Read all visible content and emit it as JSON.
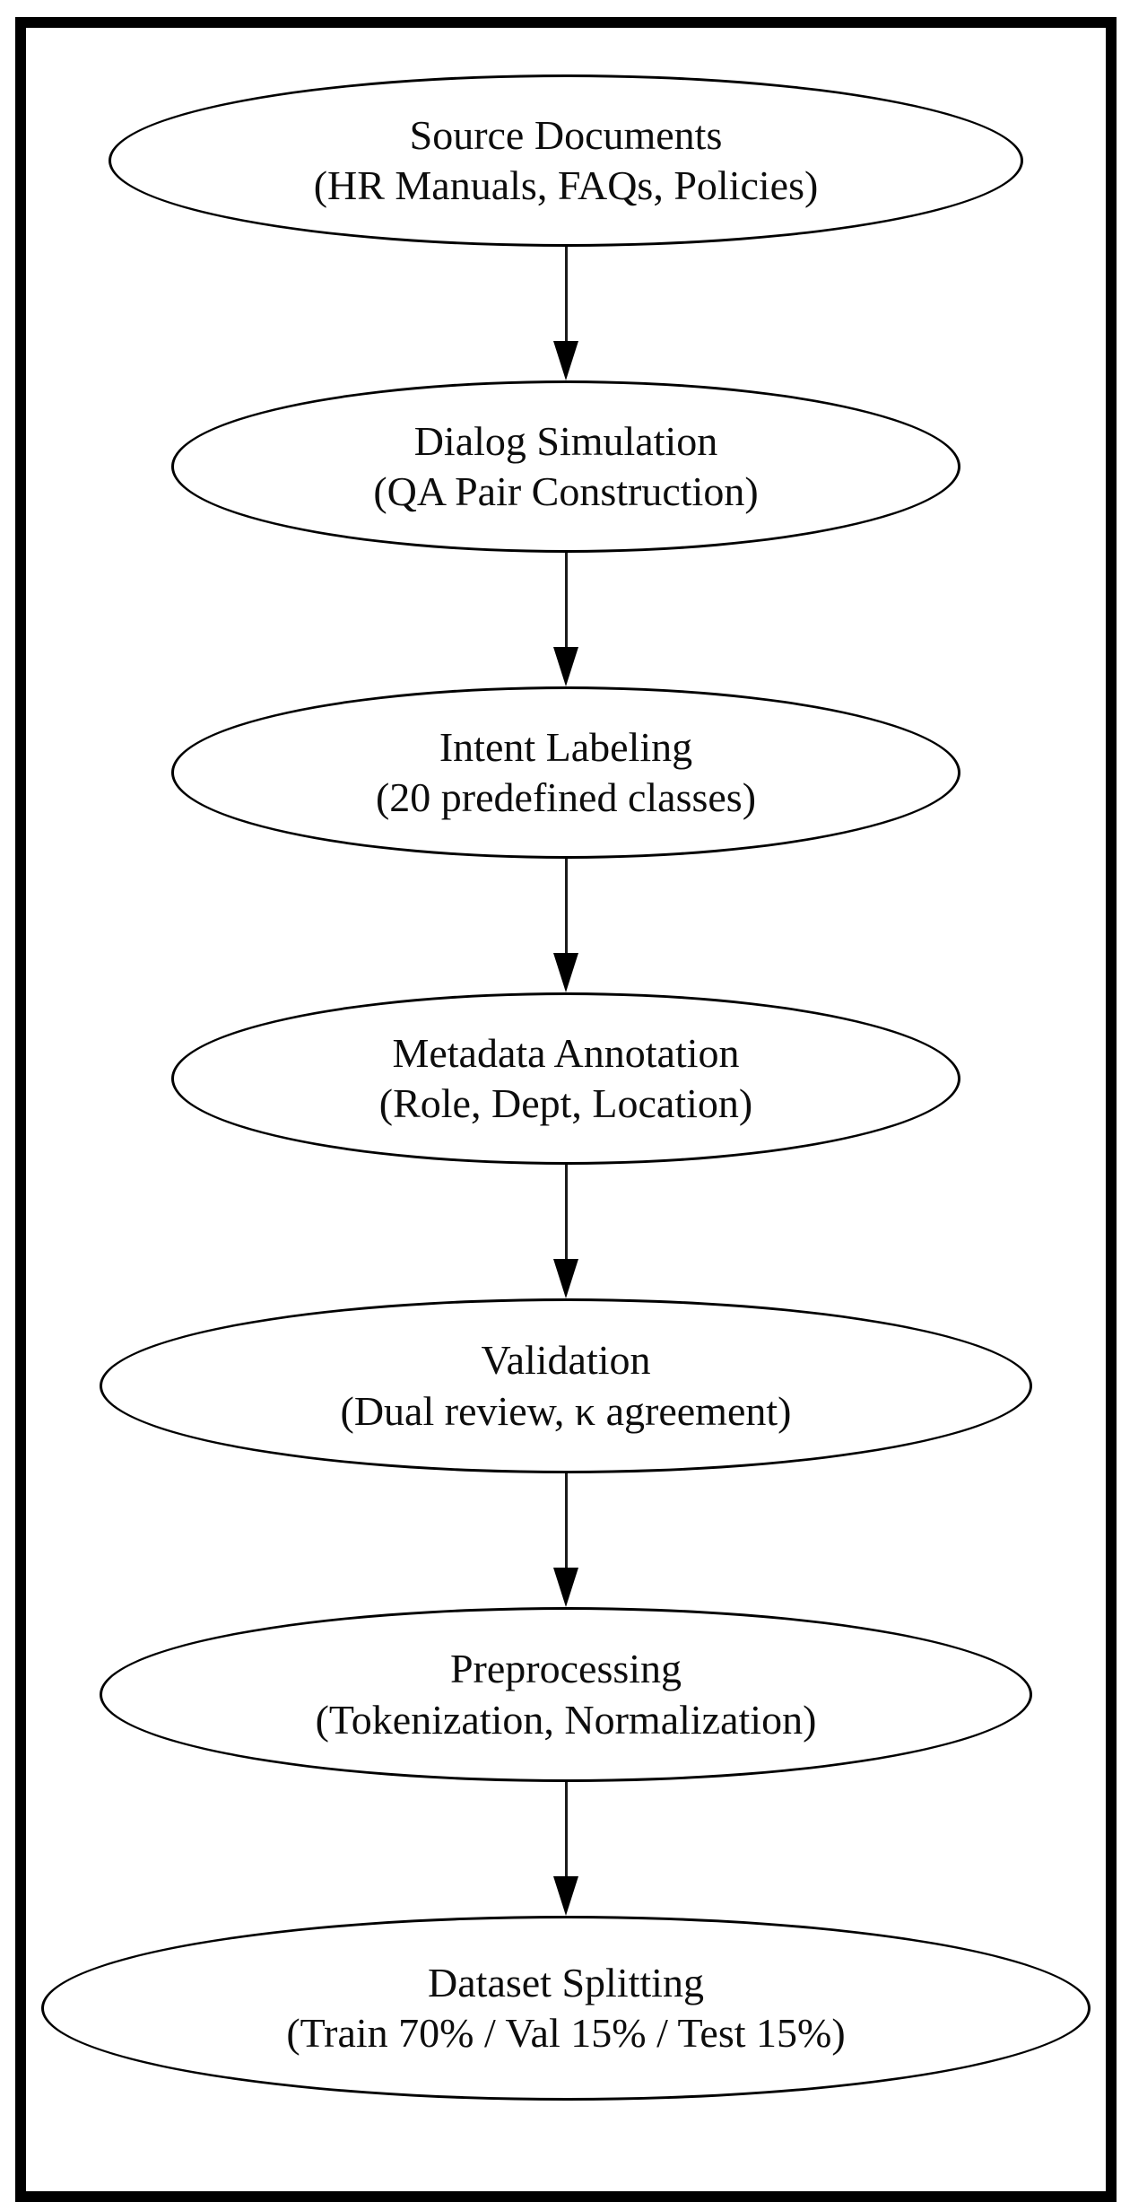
{
  "diagram": {
    "type": "flowchart",
    "direction": "top-to-bottom",
    "nodes": [
      {
        "id": "source-documents",
        "shape": "ellipse",
        "title": "Source Documents",
        "subtitle": "(HR Manuals, FAQs, Policies)"
      },
      {
        "id": "dialog-simulation",
        "shape": "ellipse",
        "title": "Dialog Simulation",
        "subtitle": "(QA Pair Construction)"
      },
      {
        "id": "intent-labeling",
        "shape": "ellipse",
        "title": "Intent Labeling",
        "subtitle": "(20 predefined classes)"
      },
      {
        "id": "metadata-annotation",
        "shape": "ellipse",
        "title": "Metadata Annotation",
        "subtitle": "(Role, Dept, Location)"
      },
      {
        "id": "validation",
        "shape": "ellipse",
        "title": "Validation",
        "subtitle": "(Dual review, κ agreement)"
      },
      {
        "id": "preprocessing",
        "shape": "ellipse",
        "title": "Preprocessing",
        "subtitle": "(Tokenization, Normalization)"
      },
      {
        "id": "dataset-splitting",
        "shape": "ellipse",
        "title": "Dataset Splitting",
        "subtitle": "(Train 70% / Val 15% / Test 15%)"
      }
    ],
    "edges": [
      {
        "from": "source-documents",
        "to": "dialog-simulation",
        "style": "arrow-down"
      },
      {
        "from": "dialog-simulation",
        "to": "intent-labeling",
        "style": "arrow-down"
      },
      {
        "from": "intent-labeling",
        "to": "metadata-annotation",
        "style": "arrow-down"
      },
      {
        "from": "metadata-annotation",
        "to": "validation",
        "style": "arrow-down"
      },
      {
        "from": "validation",
        "to": "preprocessing",
        "style": "arrow-down"
      },
      {
        "from": "preprocessing",
        "to": "dataset-splitting",
        "style": "arrow-down"
      }
    ],
    "colors": {
      "stroke": "#000000",
      "text": "#0d0d0d",
      "background": "#ffffff",
      "frame_border": "#000000"
    }
  }
}
